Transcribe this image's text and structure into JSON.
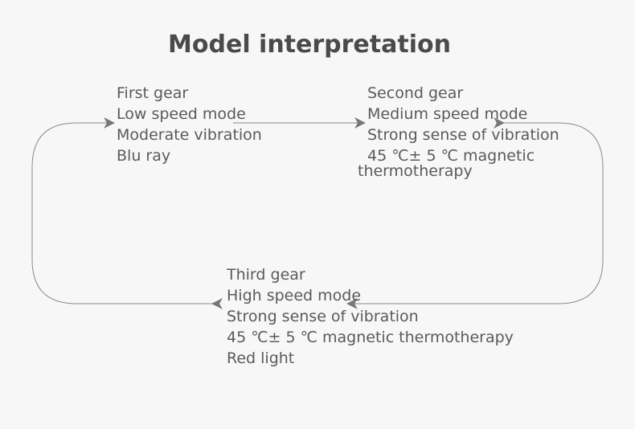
{
  "title": "Model interpretation",
  "gears": [
    {
      "name": "First gear",
      "speed": "Low speed mode",
      "vibration": "Moderate vibration",
      "extra": "Blu ray"
    },
    {
      "name": "Second gear",
      "speed": "Medium speed mode",
      "vibration": "Strong sense of vibration",
      "therapy_line1": "45 ℃± 5 ℃ magnetic",
      "therapy_line2": "thermotherapy"
    },
    {
      "name": "Third gear",
      "speed": "High speed mode",
      "vibration": "Strong sense of vibration",
      "therapy": "45 ℃± 5 ℃ magnetic thermotherapy",
      "extra": "Red light"
    }
  ],
  "colors": {
    "background": "#f7f7f7",
    "text": "#5a5a5a",
    "title": "#4a4a4a",
    "loop_line": "#8a8a8a"
  },
  "icons": {
    "arrow": "arrowhead-icon"
  }
}
